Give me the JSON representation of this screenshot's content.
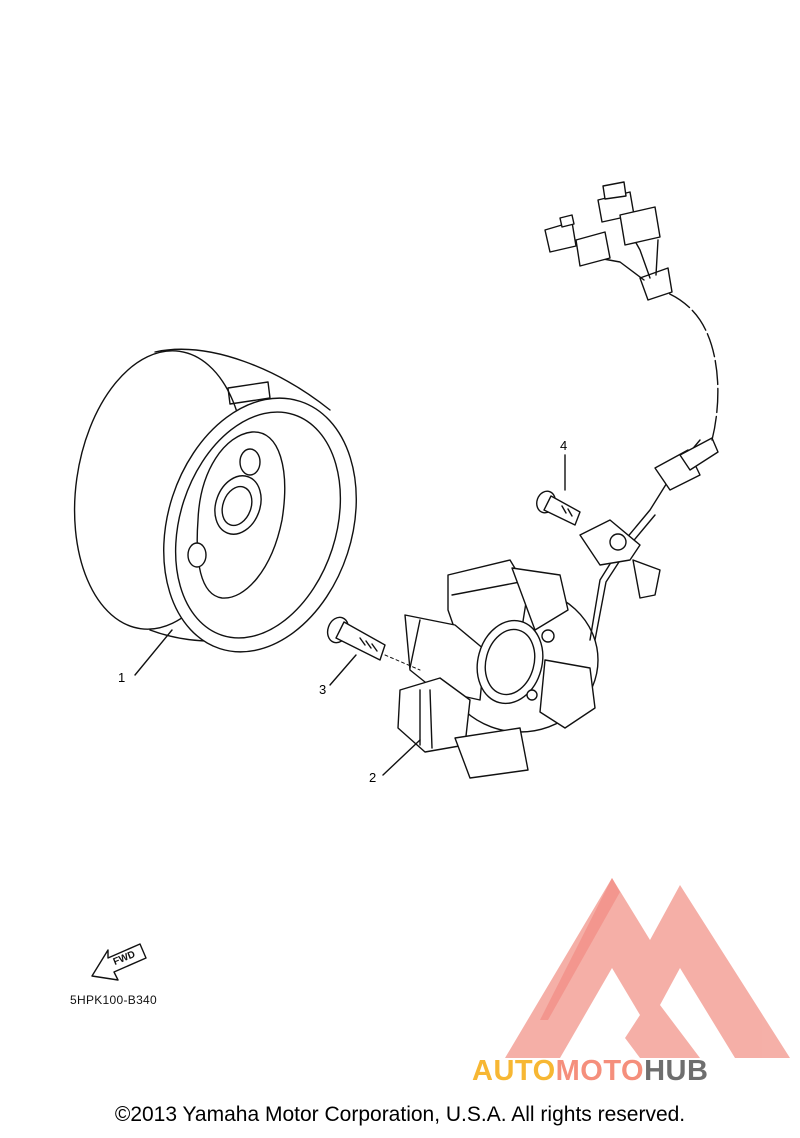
{
  "callouts": {
    "flywheel": "1",
    "stator": "2",
    "stator_bolt": "3",
    "clamp_screw": "4"
  },
  "diagram_code": "5HPK100-B340",
  "fwd_label": "FWD",
  "watermark": {
    "brand_part1": "AUTO",
    "brand_part2": "MOTO",
    "brand_part3": "HUB",
    "color_part1": "#f7b733",
    "color_part2": "#f58f7c",
    "color_part3": "#6e6e6e",
    "logo_color": "#f28b82"
  },
  "copyright": "©2013 Yamaha Motor Corporation, U.S.A. All rights reserved."
}
